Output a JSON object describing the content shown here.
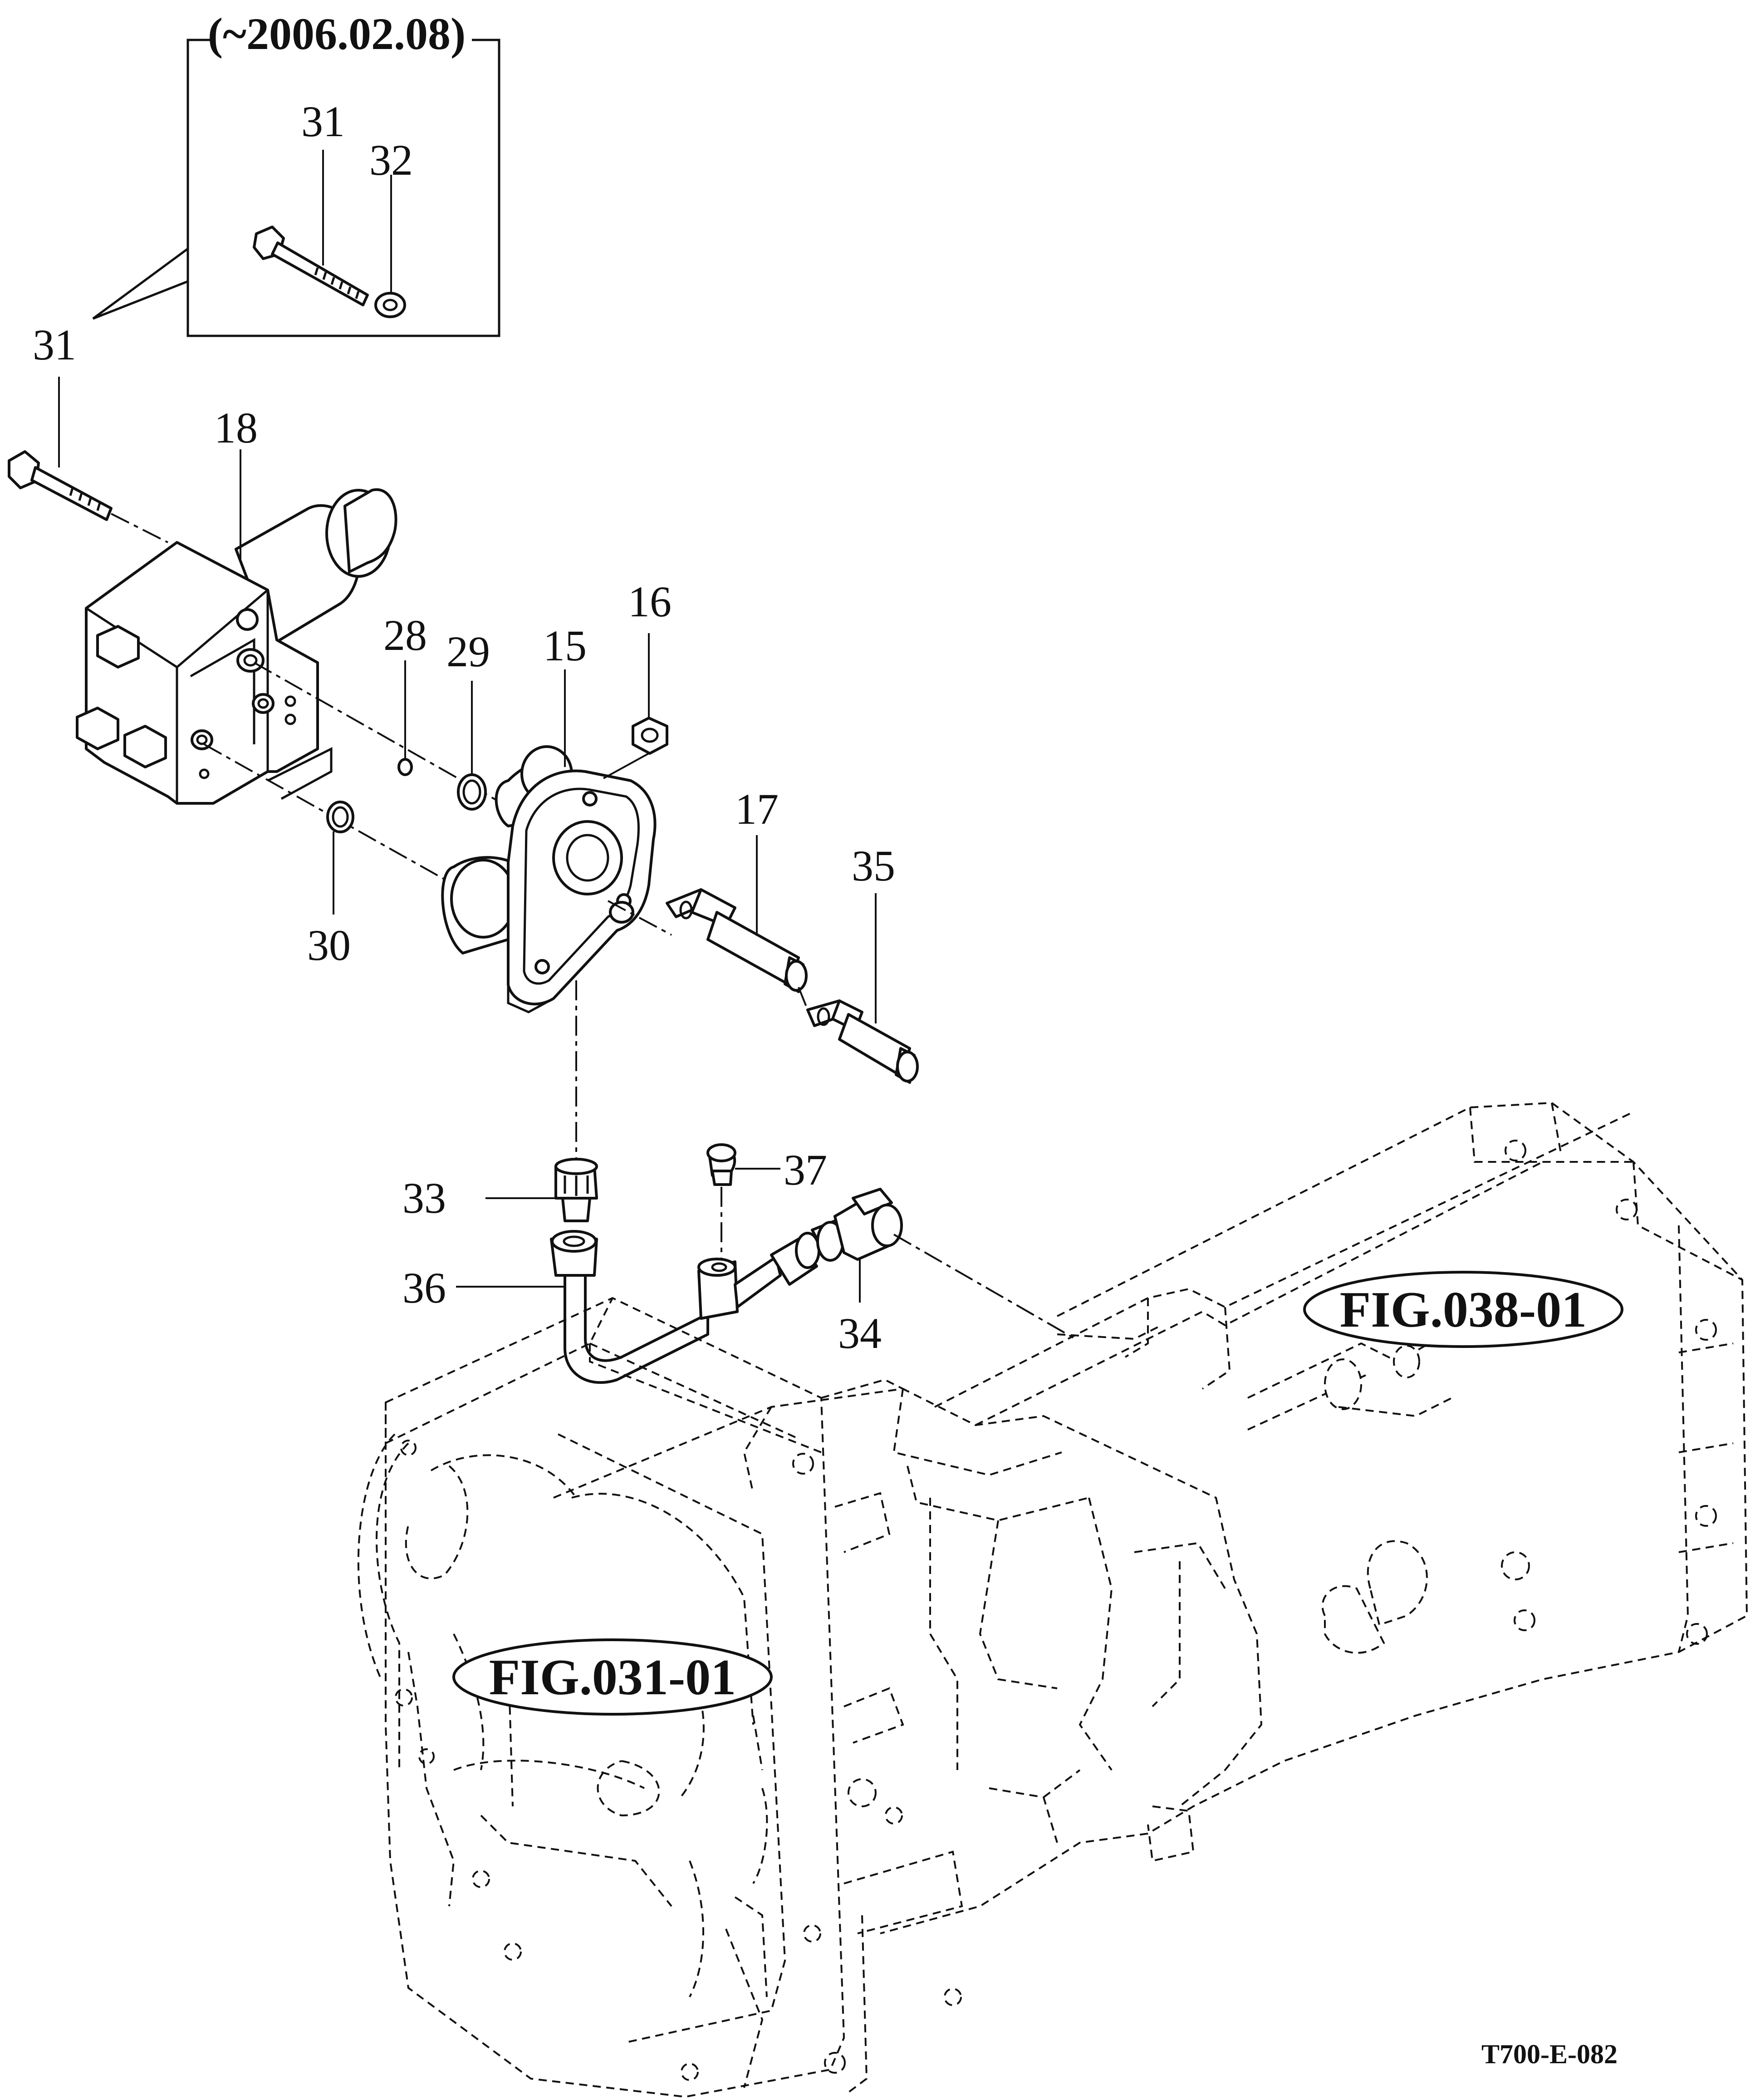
{
  "inset": {
    "date_label": "(~2006.02.08)"
  },
  "callouts": {
    "inset_bolt": "31",
    "inset_washer": "32",
    "bolt": "31",
    "valve_body": "18",
    "o_ring_small": "28",
    "o_ring_medium": "29",
    "flange_block": "15",
    "nut": "16",
    "cartridge_a": "17",
    "cartridge_b": "35",
    "o_ring_lower": "30",
    "adapter": "33",
    "plug": "37",
    "pipe": "36",
    "elbow": "34"
  },
  "references": {
    "upper": "FIG.038-01",
    "lower": "FIG.031-01"
  },
  "drawing_code": "T700-E-082"
}
